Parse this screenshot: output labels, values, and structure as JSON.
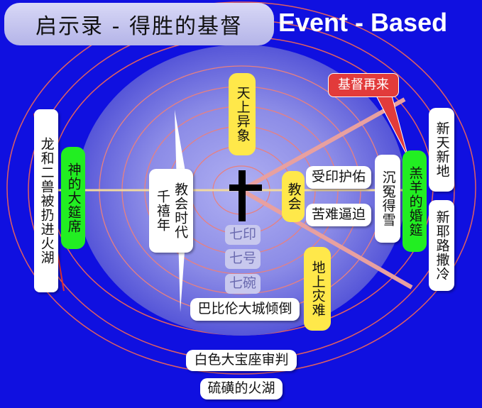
{
  "title": "启示录 - 得胜的基督",
  "subtitle": "Event - Based",
  "colors": {
    "background": "#1010e0",
    "yellow": "#ffe84a",
    "green": "#22ee22",
    "callout": "#e23b3b",
    "ring": "#e88080"
  },
  "icons": {
    "cross": "cross-icon"
  },
  "labels": {
    "heaven_sign": "天上异象",
    "second_coming": "基督再来",
    "lake_fire": "龙和二兽被扔进火湖",
    "gods_feast": "神的大筵席",
    "millennium": "千禧年",
    "church_age": "教会时代",
    "church": "教会",
    "sealed": "受印护佑",
    "persecuted": "苦难逼迫",
    "avenged": "沉冤得雪",
    "lamb_wedding": "羔羊的婚筵",
    "new_heaven": "新天新地",
    "new_jerusalem": "新耶路撒冷",
    "seven_seals": "七印",
    "seven_trumpets": "七号",
    "seven_bowls": "七碗",
    "earth_disaster": "地上灾难",
    "babylon_fall": "巴比伦大城倾倒",
    "white_throne": "白色大宝座审判",
    "sulfur_lake": "硫磺的火湖"
  }
}
